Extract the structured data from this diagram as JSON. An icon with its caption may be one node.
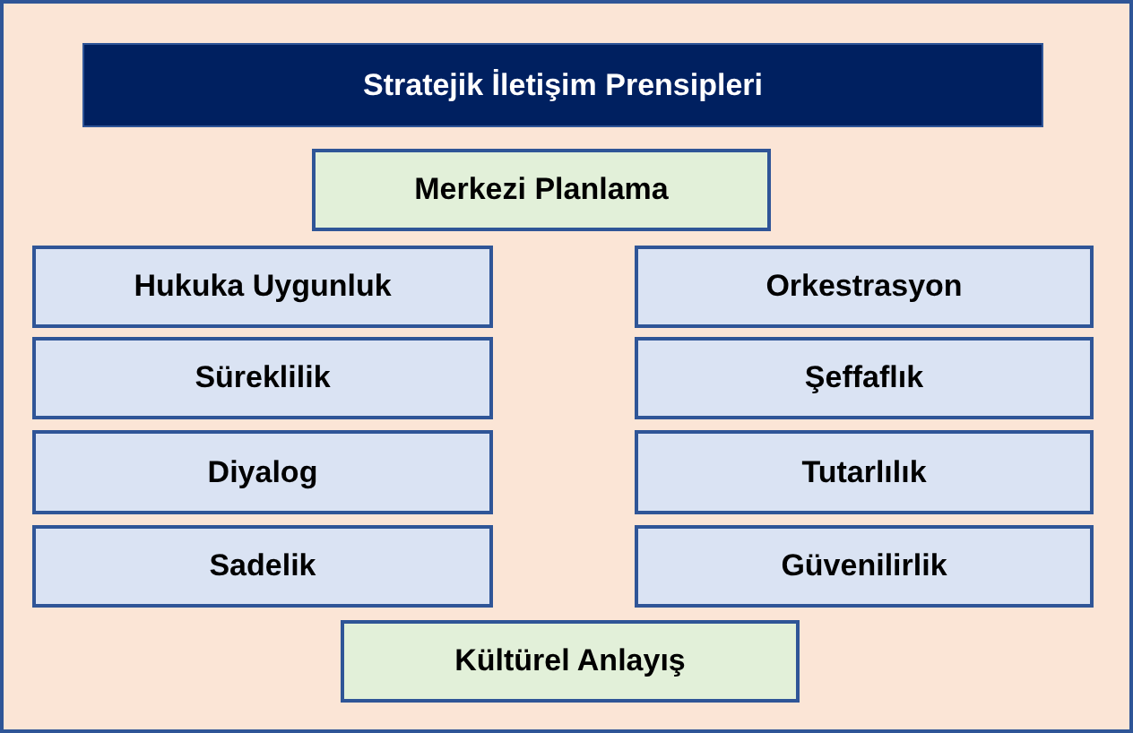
{
  "diagram": {
    "nodes": [
      {
        "text": [],
        "shape": "box"
      },
      {
        "text": [
          "Stratejik İletişim Prensipleri"
        ],
        "in": 0
      },
      {
        "text": [
          "Merkezi Planlama"
        ],
        "in": 0
      },
      {
        "text": [
          "Hukuka Uygunluk"
        ],
        "in": 0
      },
      {
        "text": [
          "Orkestrasyon"
        ],
        "in": 0
      },
      {
        "text": [
          "Süreklilik"
        ],
        "in": 0
      },
      {
        "text": [
          "Şeffaflık"
        ],
        "in": 0
      },
      {
        "text": [
          "Diyalog"
        ],
        "in": 0
      },
      {
        "text": [
          "Tutarlılık"
        ],
        "in": 0
      },
      {
        "text": [
          "Sadelik"
        ],
        "in": 0
      },
      {
        "text": [
          "Güvenilirlik"
        ],
        "in": 0
      },
      {
        "text": [
          "Kültürel Anlayış"
        ],
        "in": 0
      }
    ]
  }
}
